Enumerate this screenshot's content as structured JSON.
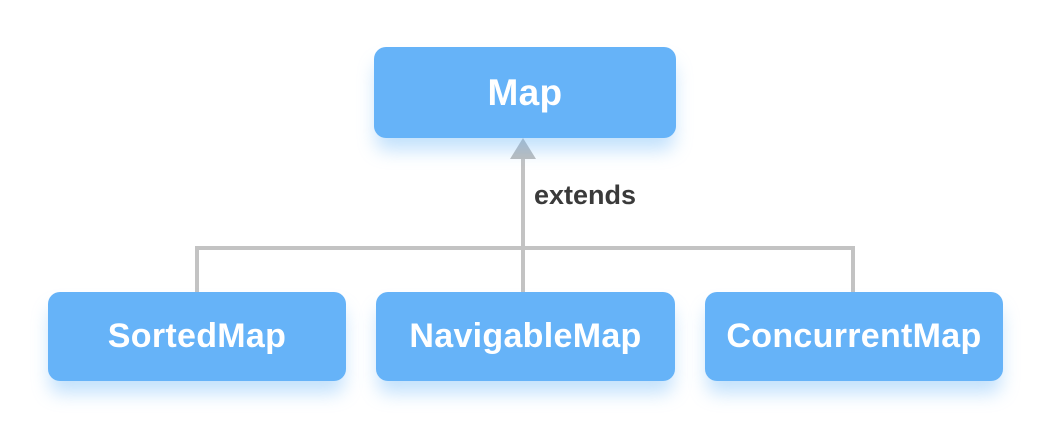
{
  "diagram": {
    "parent": {
      "label": "Map"
    },
    "edge_label": "extends",
    "children": [
      {
        "label": "SortedMap"
      },
      {
        "label": "NavigableMap"
      },
      {
        "label": "ConcurrentMap"
      }
    ]
  },
  "icons": {
    "arrowhead": "arrow-up-icon"
  },
  "colors": {
    "node_fill": "#66B3F8",
    "node_text": "#FFFFFF",
    "connector": "#C3C3C3",
    "arrowhead": "#BDBDBD",
    "edge_label_text": "#3A3A3A",
    "background": "#FFFFFF"
  }
}
